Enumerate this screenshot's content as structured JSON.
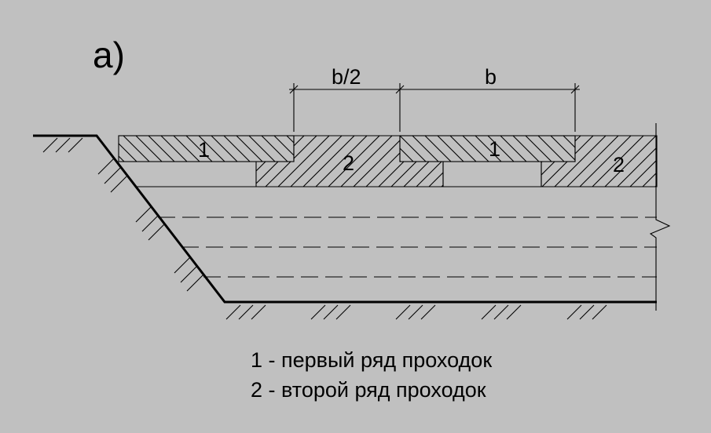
{
  "figure_label": "а)",
  "dimensions": {
    "half_width": "b/2",
    "full_width": "b"
  },
  "strip_labels": {
    "first": "1",
    "second": "2"
  },
  "legend": [
    "1 - первый ряд проходок",
    "2 - второй ряд проходок"
  ]
}
